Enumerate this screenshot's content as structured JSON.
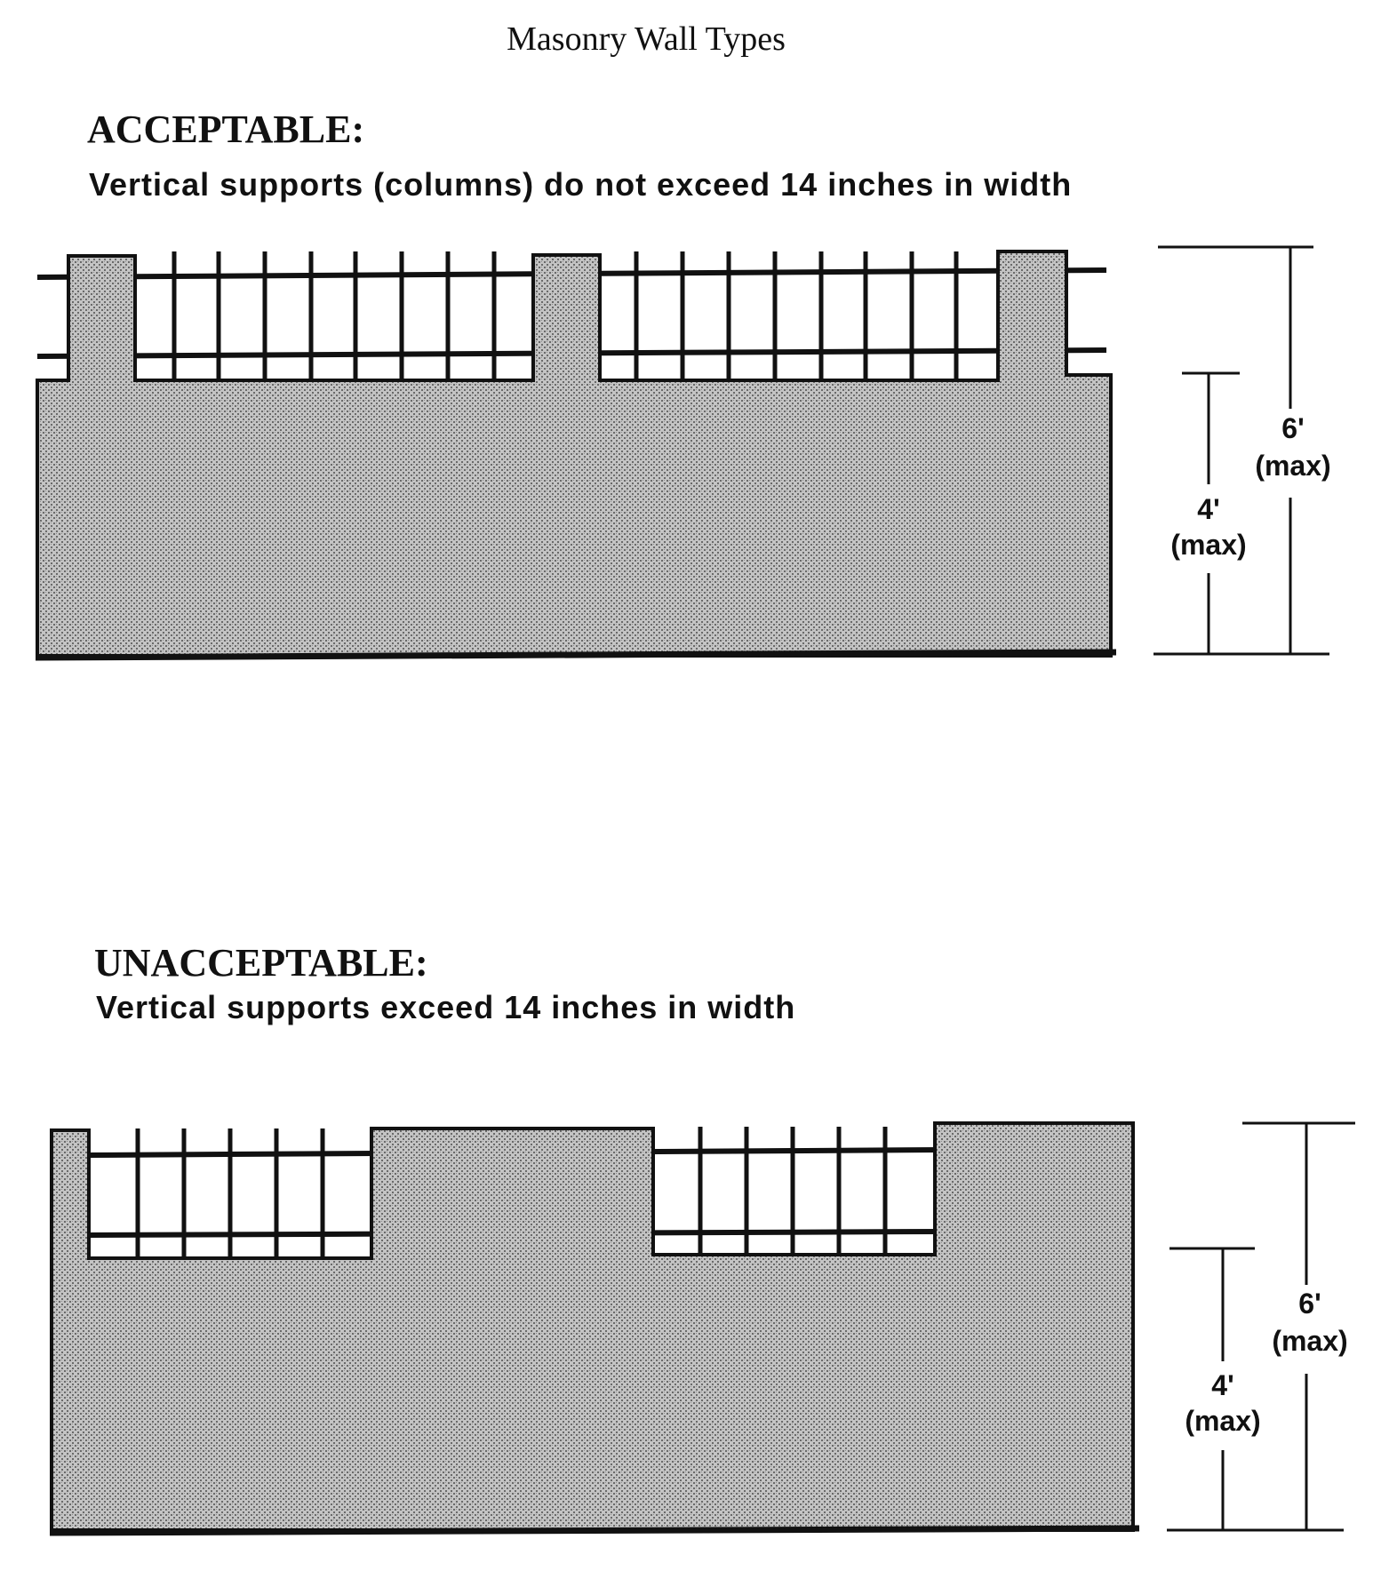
{
  "title": "Masonry Wall Types",
  "panels": [
    {
      "heading": "ACCEPTABLE:",
      "caption": "Vertical supports (columns) do not exceed 14 inches in width",
      "dimensions": {
        "low_value": "4'",
        "low_note": "(max)",
        "high_value": "6'",
        "high_note": "(max)"
      }
    },
    {
      "heading": "UNACCEPTABLE:",
      "caption": "Vertical supports exceed 14 inches in width",
      "dimensions": {
        "low_value": "4'",
        "low_note": "(max)",
        "high_value": "6'",
        "high_note": "(max)"
      }
    }
  ]
}
